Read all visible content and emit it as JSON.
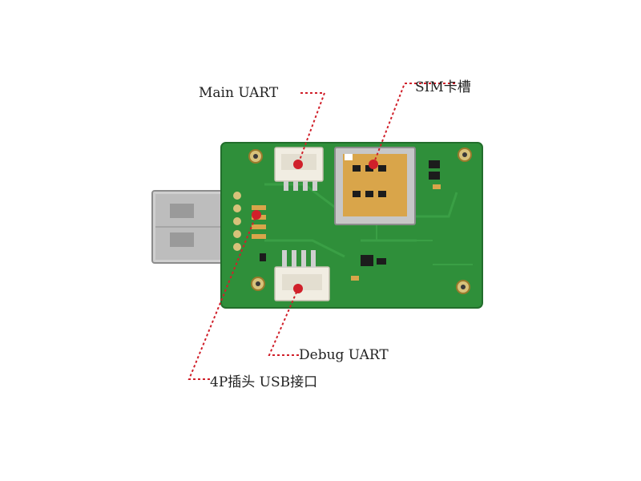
{
  "labels": {
    "main_uart": "Main UART",
    "sim_slot": "SIM卡槽",
    "debug_uart": "Debug UART",
    "usb_interface": "4P插头 USB接口"
  },
  "colors": {
    "pcb": "#2f8f3a",
    "pcb_dark": "#236e2c",
    "trace": "#3a9f45",
    "usb_metal": "#b9b9b9",
    "connector": "#f1ede2",
    "sim_gold": "#d9a54a",
    "leader_line": "#d0202a"
  }
}
